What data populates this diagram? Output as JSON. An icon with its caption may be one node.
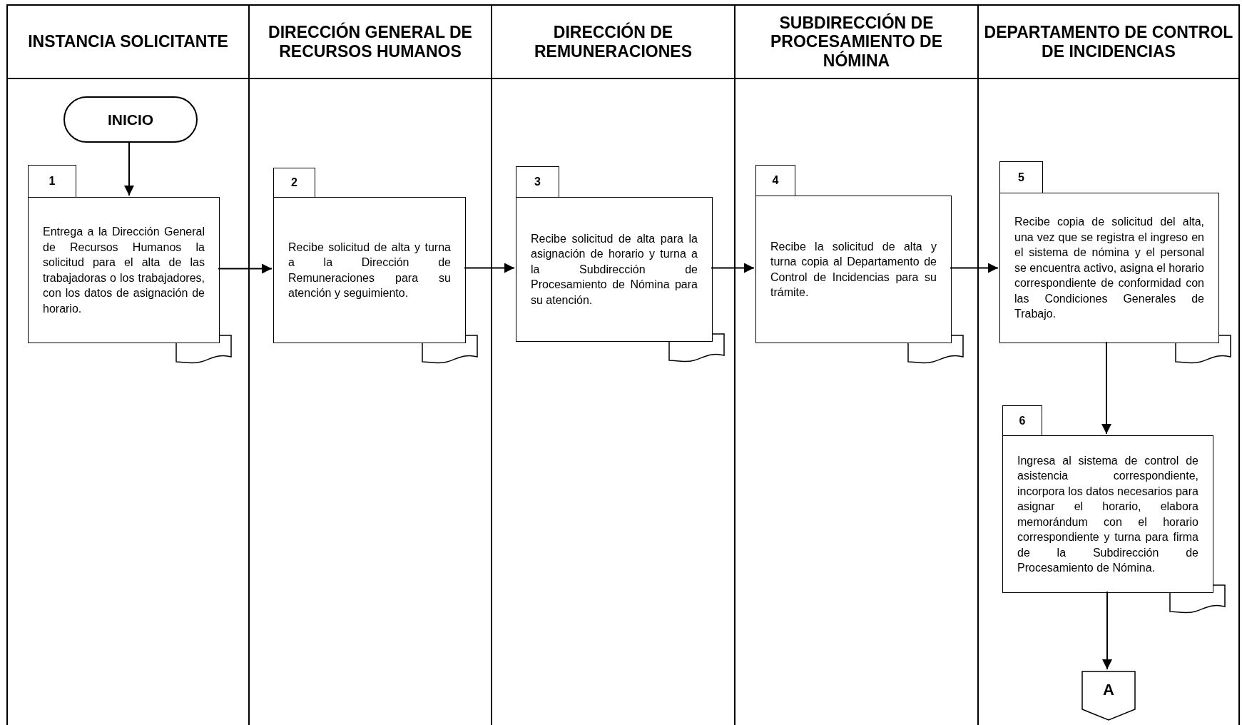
{
  "diagram": {
    "nodes": [
      {
        "text": [
          "INSTANCIA SOLICITANTE"
        ]
      },
      {
        "text": [
          "DIRECCIÓN GENERAL DE RECURSOS HUMANOS"
        ]
      },
      {
        "text": [
          "DIRECCIÓN DE REMUNERACIONES"
        ]
      },
      {
        "text": [
          "SUBDIRECCIÓN DE PROCESAMIENTO DE NÓMINA"
        ]
      },
      {
        "text": [
          "DEPARTAMENTO DE CONTROL DE INCIDENCIAS"
        ]
      },
      {
        "text": [
          "INICIO"
        ],
        "in": 0
      },
      {
        "text": [
          "1",
          "Entrega a la Dirección General de Recursos Humanos la solicitud para el alta de las trabajadoras o los trabajadores, con los datos de asignación de horario."
        ],
        "in": 0
      },
      {
        "text": [
          "2",
          "Recibe solicitud de alta y turna a la Dirección de Remuneraciones para su atención y seguimiento."
        ],
        "in": 1
      },
      {
        "text": [
          "3",
          "Recibe solicitud de alta para la asignación de horario y turna a la Subdirección de Procesamiento de Nómina para su atención."
        ],
        "in": 2
      },
      {
        "text": [
          "4",
          "Recibe la solicitud de alta y turna copia al Departamento de Control de Incidencias para su trámite."
        ],
        "in": 3
      },
      {
        "text": [
          "5",
          "Recibe copia de solicitud del alta, una vez que se registra el ingreso en el sistema de nómina y el personal se encuentra activo, asigna el horario correspondiente de conformidad con las Condiciones Generales de Trabajo."
        ],
        "in": 4
      },
      {
        "text": [
          "6",
          "Ingresa al sistema de control de asistencia correspondiente, incorpora los datos necesarios para asignar el horario, elabora memorándum con el horario correspondiente y turna para firma de la Subdirección de Procesamiento de Nómina."
        ],
        "in": 4
      },
      {
        "text": [
          "A"
        ],
        "in": 4
      }
    ],
    "edges": [
      {
        "from": 5,
        "to": 6,
        "arrow": "to"
      },
      {
        "from": 6,
        "to": 7,
        "arrow": "to"
      },
      {
        "from": 7,
        "to": 8,
        "arrow": "to"
      },
      {
        "from": 8,
        "to": 9,
        "arrow": "to"
      },
      {
        "from": 9,
        "to": 10,
        "arrow": "to"
      },
      {
        "from": 10,
        "to": 11,
        "arrow": "to"
      },
      {
        "from": 11,
        "to": 12,
        "arrow": "to"
      }
    ]
  }
}
